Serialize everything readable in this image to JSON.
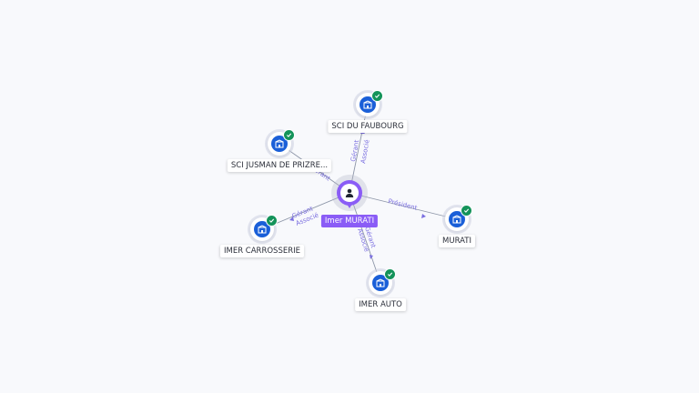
{
  "center": {
    "name": "Imer MURATI",
    "icon": "person-icon",
    "color": "#8a5cf6"
  },
  "companies": [
    {
      "id": "faubourg",
      "name": "SCI DU FAUBOURG",
      "icon": "building-icon",
      "verified": true
    },
    {
      "id": "jusman",
      "name": "SCI JUSMAN DE PRIZRE...",
      "icon": "building-icon",
      "verified": true
    },
    {
      "id": "carrosserie",
      "name": "IMER CARROSSERIE",
      "icon": "building-icon",
      "verified": true
    },
    {
      "id": "auto",
      "name": "IMER AUTO",
      "icon": "building-icon",
      "verified": true
    },
    {
      "id": "murati",
      "name": "MURATI",
      "icon": "building-icon",
      "verified": true
    }
  ],
  "relations": [
    {
      "to": "faubourg",
      "labels": [
        "Gérant",
        "Associé"
      ]
    },
    {
      "to": "jusman",
      "labels": [
        "Gérant"
      ]
    },
    {
      "to": "carrosserie",
      "labels": [
        "Gérant",
        "Associé"
      ]
    },
    {
      "to": "auto",
      "labels": [
        "Gérant",
        "Associé"
      ]
    },
    {
      "to": "murati",
      "labels": [
        "Président"
      ]
    }
  ],
  "colors": {
    "company": "#1a5fd8",
    "verified": "#14935a",
    "relation_label": "#7b6fe0",
    "edge": "#8d96a8"
  }
}
